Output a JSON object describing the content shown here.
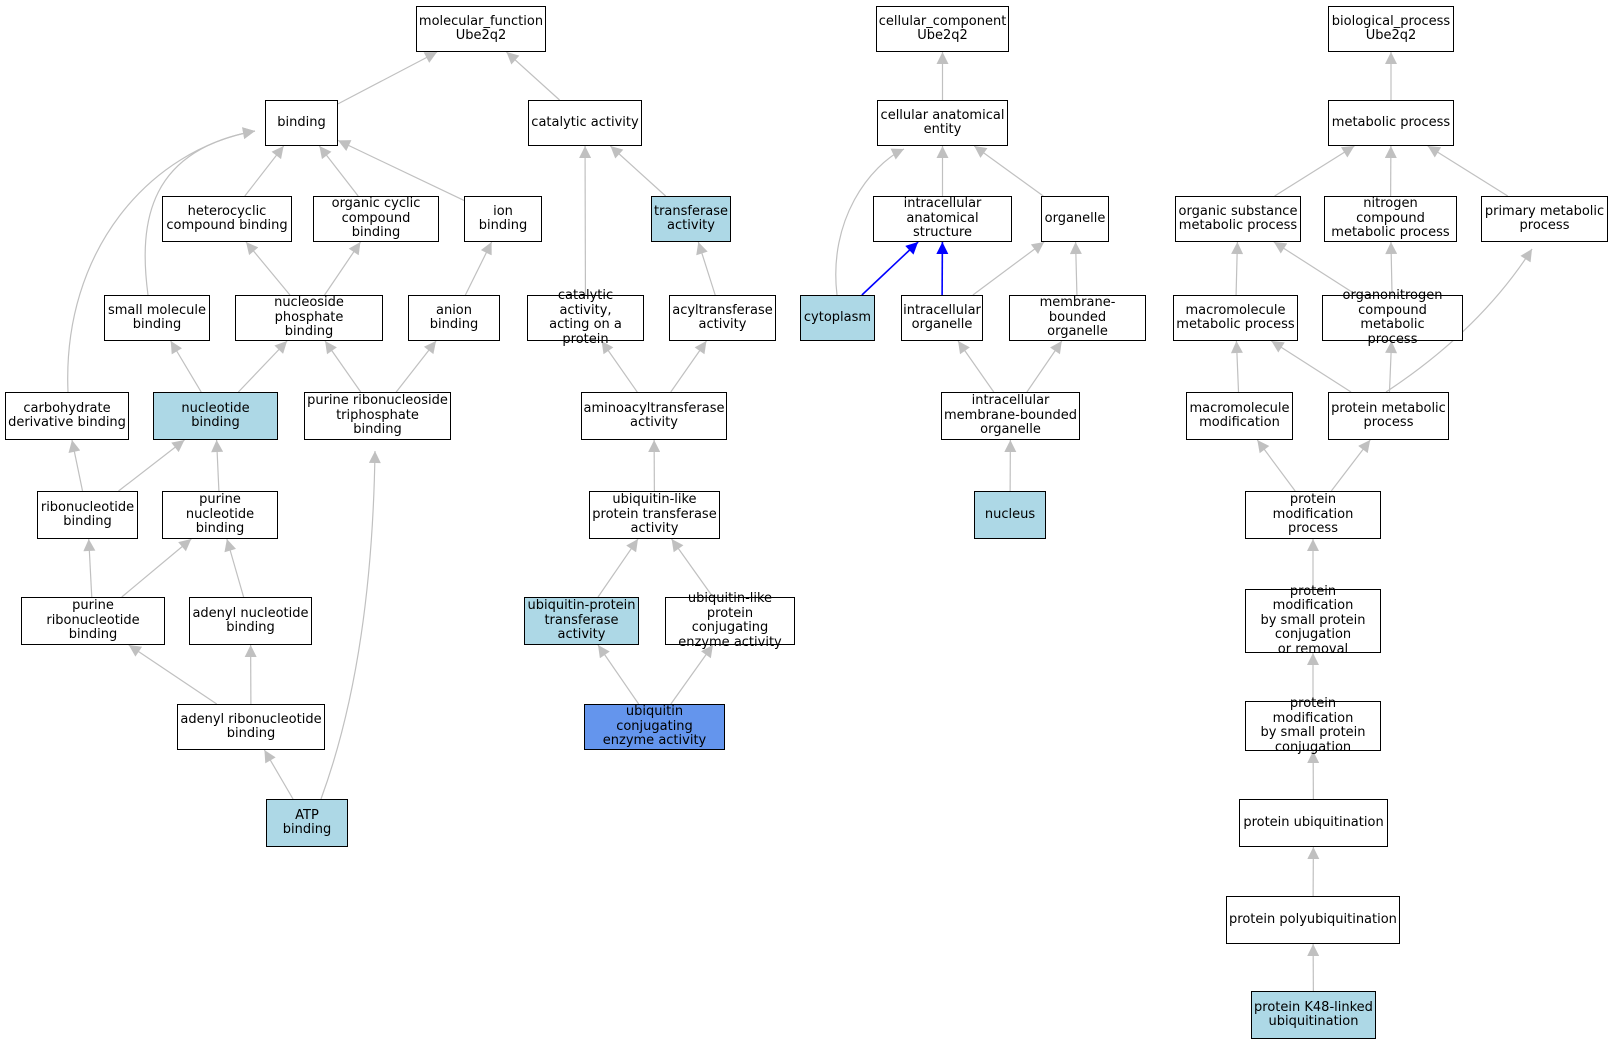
{
  "colors": {
    "edge": "#c0c0c0",
    "edge_highlight": "#0000ff",
    "node_fill": "#ffffff",
    "node_annotated": "#add8e6",
    "node_focus": "#6495ed"
  },
  "nodes": [
    {
      "id": "mf",
      "label": "molecular_function\nUbe2q2",
      "style": "plain"
    },
    {
      "id": "binding",
      "label": "binding",
      "style": "plain"
    },
    {
      "id": "catalytic",
      "label": "catalytic activity",
      "style": "plain"
    },
    {
      "id": "heterocyclic",
      "label": "heterocyclic\ncompound binding",
      "style": "plain"
    },
    {
      "id": "organiccyclic",
      "label": "organic cyclic\ncompound binding",
      "style": "plain"
    },
    {
      "id": "ionbinding",
      "label": "ion binding",
      "style": "plain"
    },
    {
      "id": "transferase",
      "label": "transferase\nactivity",
      "style": "annotated"
    },
    {
      "id": "smallmol",
      "label": "small molecule\nbinding",
      "style": "plain"
    },
    {
      "id": "nucphos",
      "label": "nucleoside phosphate\nbinding",
      "style": "plain"
    },
    {
      "id": "anion",
      "label": "anion binding",
      "style": "plain"
    },
    {
      "id": "catprot",
      "label": "catalytic activity,\nacting on a\nprotein",
      "style": "plain"
    },
    {
      "id": "acyltrans",
      "label": "acyltransferase\nactivity",
      "style": "plain"
    },
    {
      "id": "carbo",
      "label": "carbohydrate\nderivative binding",
      "style": "plain"
    },
    {
      "id": "nucbinding",
      "label": "nucleotide binding",
      "style": "annotated"
    },
    {
      "id": "purribtri",
      "label": "purine ribonucleoside\ntriphosphate\nbinding",
      "style": "plain"
    },
    {
      "id": "aminoacyl",
      "label": "aminoacyltransferase\nactivity",
      "style": "plain"
    },
    {
      "id": "ribonuc",
      "label": "ribonucleotide\nbinding",
      "style": "plain"
    },
    {
      "id": "purnuc",
      "label": "purine nucleotide\nbinding",
      "style": "plain"
    },
    {
      "id": "ubllike",
      "label": "ubiquitin-like\nprotein transferase\nactivity",
      "style": "plain"
    },
    {
      "id": "purribnuc",
      "label": "purine ribonucleotide\nbinding",
      "style": "plain"
    },
    {
      "id": "adenylnuc",
      "label": "adenyl nucleotide\nbinding",
      "style": "plain"
    },
    {
      "id": "ubiprot",
      "label": "ubiquitin-protein\ntransferase\nactivity",
      "style": "annotated"
    },
    {
      "id": "ublconj",
      "label": "ubiquitin-like\nprotein conjugating\nenzyme activity",
      "style": "plain"
    },
    {
      "id": "adenylribo",
      "label": "adenyl ribonucleotide\nbinding",
      "style": "plain"
    },
    {
      "id": "ubiconj",
      "label": "ubiquitin conjugating\nenzyme activity",
      "style": "focus"
    },
    {
      "id": "atp",
      "label": "ATP binding",
      "style": "annotated"
    },
    {
      "id": "cc",
      "label": "cellular_component\nUbe2q2",
      "style": "plain"
    },
    {
      "id": "cae",
      "label": "cellular anatomical\nentity",
      "style": "plain"
    },
    {
      "id": "ias",
      "label": "intracellular\nanatomical structure",
      "style": "plain"
    },
    {
      "id": "organelle",
      "label": "organelle",
      "style": "plain"
    },
    {
      "id": "cytoplasm",
      "label": "cytoplasm",
      "style": "annotated"
    },
    {
      "id": "intorg",
      "label": "intracellular\norganelle",
      "style": "plain"
    },
    {
      "id": "mbo",
      "label": "membrane-bounded\norganelle",
      "style": "plain"
    },
    {
      "id": "imbo",
      "label": "intracellular\nmembrane-bounded\norganelle",
      "style": "plain"
    },
    {
      "id": "nucleus",
      "label": "nucleus",
      "style": "annotated"
    },
    {
      "id": "bp",
      "label": "biological_process\nUbe2q2",
      "style": "plain"
    },
    {
      "id": "metab",
      "label": "metabolic process",
      "style": "plain"
    },
    {
      "id": "orgsub",
      "label": "organic substance\nmetabolic process",
      "style": "plain"
    },
    {
      "id": "nitro",
      "label": "nitrogen compound\nmetabolic process",
      "style": "plain"
    },
    {
      "id": "primary",
      "label": "primary metabolic\nprocess",
      "style": "plain"
    },
    {
      "id": "macromet",
      "label": "macromolecule\nmetabolic process",
      "style": "plain"
    },
    {
      "id": "organonitro",
      "label": "organonitrogen\ncompound metabolic\nprocess",
      "style": "plain"
    },
    {
      "id": "macromod",
      "label": "macromolecule\nmodification",
      "style": "plain"
    },
    {
      "id": "protmet",
      "label": "protein metabolic\nprocess",
      "style": "plain"
    },
    {
      "id": "protmod",
      "label": "protein modification\nprocess",
      "style": "plain"
    },
    {
      "id": "pmsmall",
      "label": "protein modification\nby small protein\nconjugation\nor removal",
      "style": "plain"
    },
    {
      "id": "pmsmallconj",
      "label": "protein modification\nby small protein\nconjugation",
      "style": "plain"
    },
    {
      "id": "protubi",
      "label": "protein ubiquitination",
      "style": "plain"
    },
    {
      "id": "protpoly",
      "label": "protein polyubiquitination",
      "style": "plain"
    },
    {
      "id": "k48",
      "label": "protein K48-linked\nubiquitination",
      "style": "annotated"
    }
  ],
  "edges": [
    {
      "from": "binding",
      "to": "mf"
    },
    {
      "from": "catalytic",
      "to": "mf"
    },
    {
      "from": "heterocyclic",
      "to": "binding"
    },
    {
      "from": "organiccyclic",
      "to": "binding"
    },
    {
      "from": "ionbinding",
      "to": "binding"
    },
    {
      "from": "smallmol",
      "to": "binding"
    },
    {
      "from": "carbo",
      "to": "binding"
    },
    {
      "from": "transferase",
      "to": "catalytic"
    },
    {
      "from": "catprot",
      "to": "catalytic"
    },
    {
      "from": "nucphos",
      "to": "heterocyclic"
    },
    {
      "from": "nucphos",
      "to": "organiccyclic"
    },
    {
      "from": "anion",
      "to": "ionbinding"
    },
    {
      "from": "acyltrans",
      "to": "transferase"
    },
    {
      "from": "nucbinding",
      "to": "smallmol"
    },
    {
      "from": "nucbinding",
      "to": "nucphos"
    },
    {
      "from": "purribtri",
      "to": "nucphos"
    },
    {
      "from": "purribtri",
      "to": "anion"
    },
    {
      "from": "aminoacyl",
      "to": "catprot"
    },
    {
      "from": "aminoacyl",
      "to": "acyltrans"
    },
    {
      "from": "ribonuc",
      "to": "carbo"
    },
    {
      "from": "ribonuc",
      "to": "nucbinding"
    },
    {
      "from": "purnuc",
      "to": "nucbinding"
    },
    {
      "from": "ubllike",
      "to": "aminoacyl"
    },
    {
      "from": "purribnuc",
      "to": "ribonuc"
    },
    {
      "from": "purribnuc",
      "to": "purnuc"
    },
    {
      "from": "adenylnuc",
      "to": "purnuc"
    },
    {
      "from": "ubiprot",
      "to": "ubllike"
    },
    {
      "from": "ublconj",
      "to": "ubllike"
    },
    {
      "from": "adenylribo",
      "to": "purribnuc"
    },
    {
      "from": "adenylribo",
      "to": "adenylnuc"
    },
    {
      "from": "ubiconj",
      "to": "ubiprot"
    },
    {
      "from": "ubiconj",
      "to": "ublconj"
    },
    {
      "from": "atp",
      "to": "adenylribo"
    },
    {
      "from": "atp",
      "to": "purribtri"
    },
    {
      "from": "cae",
      "to": "cc"
    },
    {
      "from": "ias",
      "to": "cae"
    },
    {
      "from": "organelle",
      "to": "cae"
    },
    {
      "from": "cytoplasm",
      "to": "cae"
    },
    {
      "from": "cytoplasm",
      "to": "ias",
      "highlight": true
    },
    {
      "from": "intorg",
      "to": "ias",
      "highlight": true
    },
    {
      "from": "intorg",
      "to": "organelle"
    },
    {
      "from": "mbo",
      "to": "organelle"
    },
    {
      "from": "imbo",
      "to": "intorg"
    },
    {
      "from": "imbo",
      "to": "mbo"
    },
    {
      "from": "nucleus",
      "to": "imbo"
    },
    {
      "from": "metab",
      "to": "bp"
    },
    {
      "from": "orgsub",
      "to": "metab"
    },
    {
      "from": "nitro",
      "to": "metab"
    },
    {
      "from": "primary",
      "to": "metab"
    },
    {
      "from": "macromet",
      "to": "orgsub"
    },
    {
      "from": "organonitro",
      "to": "orgsub"
    },
    {
      "from": "organonitro",
      "to": "nitro"
    },
    {
      "from": "macromod",
      "to": "macromet"
    },
    {
      "from": "protmet",
      "to": "macromet"
    },
    {
      "from": "protmet",
      "to": "organonitro"
    },
    {
      "from": "protmet",
      "to": "primary"
    },
    {
      "from": "protmod",
      "to": "macromod"
    },
    {
      "from": "protmod",
      "to": "protmet"
    },
    {
      "from": "pmsmall",
      "to": "protmod"
    },
    {
      "from": "pmsmallconj",
      "to": "pmsmall"
    },
    {
      "from": "protubi",
      "to": "pmsmallconj"
    },
    {
      "from": "protpoly",
      "to": "protubi"
    },
    {
      "from": "k48",
      "to": "protpoly"
    }
  ]
}
